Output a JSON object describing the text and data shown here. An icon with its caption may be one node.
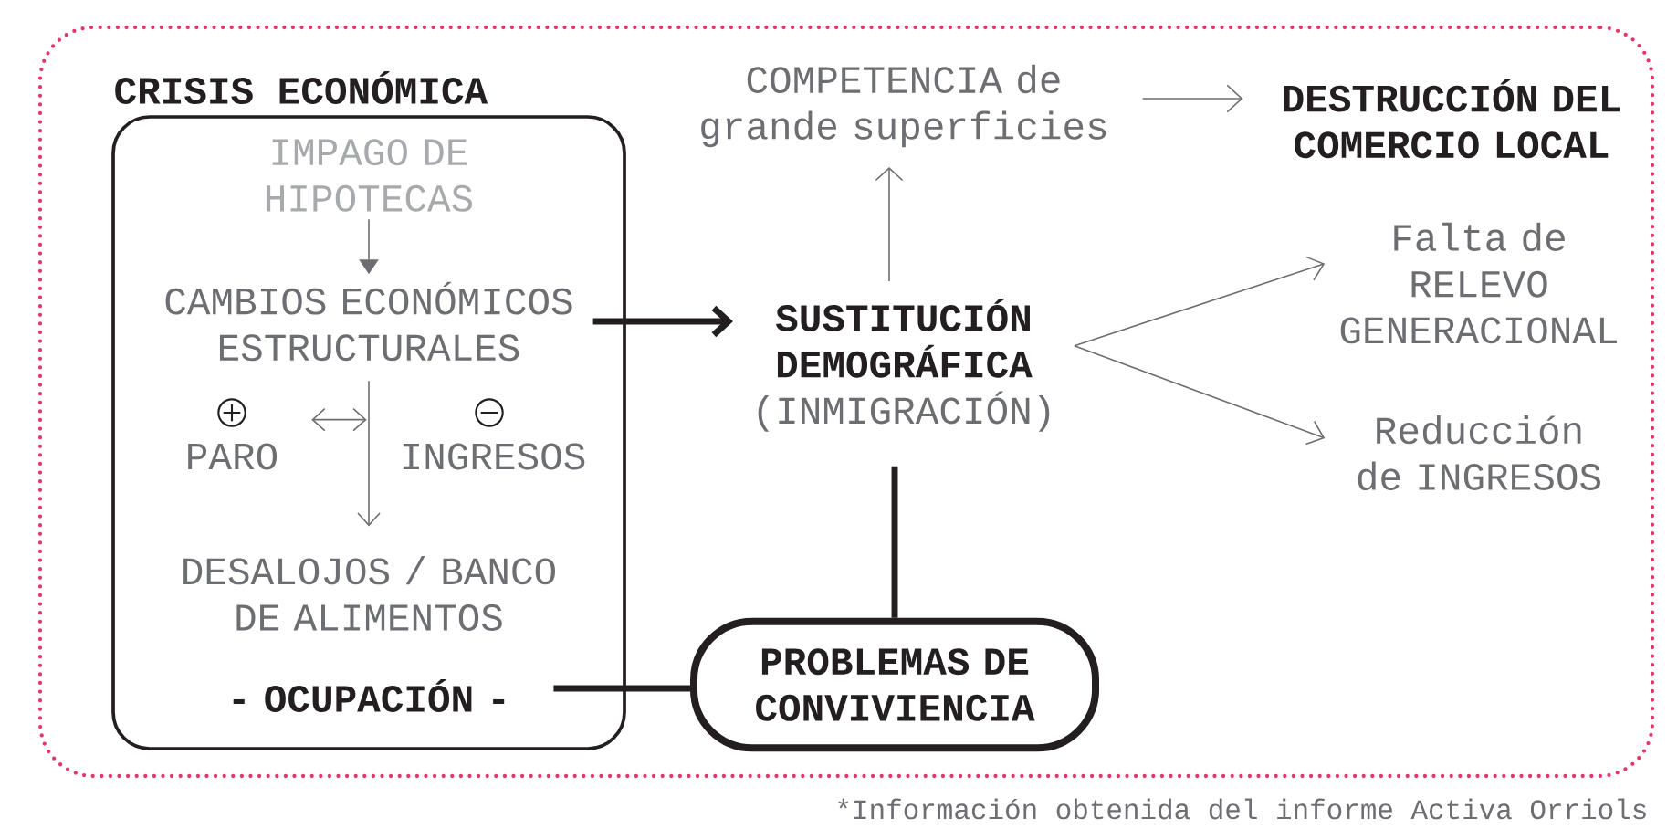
{
  "diagram": {
    "nodes": [
      {
        "text": [],
        "shape": "box"
      },
      {
        "text": [
          "CRISIS ECONÓMICA"
        ],
        "in": 0
      },
      {
        "text": [
          "IMPAGO DE HIPOTECAS"
        ],
        "in": 1
      },
      {
        "text": [
          "CAMBIOS ECONÓMICOS ESTRUCTURALES"
        ],
        "in": 1
      },
      {
        "text": [
          "PARO"
        ],
        "in": 1
      },
      {
        "text": [
          "INGRESOS"
        ],
        "in": 1
      },
      {
        "text": [
          "DESALOJOS / BANCO DE ALIMENTOS"
        ],
        "in": 1
      },
      {
        "text": [
          "- OCUPACIÓN -"
        ],
        "in": 1
      },
      {
        "text": [
          "COMPETENCIA de grande superficies"
        ],
        "in": 0
      },
      {
        "text": [
          "DESTRUCCIÓN DEL COMERCIO LOCAL"
        ],
        "in": 0
      },
      {
        "text": [
          "SUSTITUCIÓN DEMOGRÁFICA",
          "(INMIGRACIÓN)"
        ],
        "in": 0
      },
      {
        "text": [
          "Falta de RELEVO GENERACIONAL"
        ],
        "in": 0
      },
      {
        "text": [
          "Reducción de INGRESOS"
        ],
        "in": 0
      },
      {
        "text": [
          "PROBLEMAS DE CONVIVIENCIA"
        ],
        "in": 0
      }
    ],
    "edges": [
      {
        "from": 2,
        "to": 3,
        "arrow": "to"
      },
      {
        "from": 4,
        "to": 5,
        "arrow": "both"
      },
      {
        "from": 3,
        "to": 6,
        "arrow": "to"
      },
      {
        "from": 3,
        "to": 10,
        "arrow": "to",
        "style": "thick",
        "color": "#231f20"
      },
      {
        "from": 10,
        "to": 8,
        "arrow": "to"
      },
      {
        "from": 8,
        "to": 9,
        "arrow": "to"
      },
      {
        "from": 10,
        "to": 11,
        "arrow": "to"
      },
      {
        "from": 10,
        "to": 12,
        "arrow": "to"
      },
      {
        "from": 7,
        "to": 13,
        "arrow": "none",
        "style": "thick",
        "color": "#231f20"
      },
      {
        "from": 13,
        "to": 10,
        "arrow": "none",
        "style": "thick",
        "color": "#231f20"
      }
    ],
    "labels": [
      "*Información obtenida del informe Activa Orriols"
    ]
  }
}
